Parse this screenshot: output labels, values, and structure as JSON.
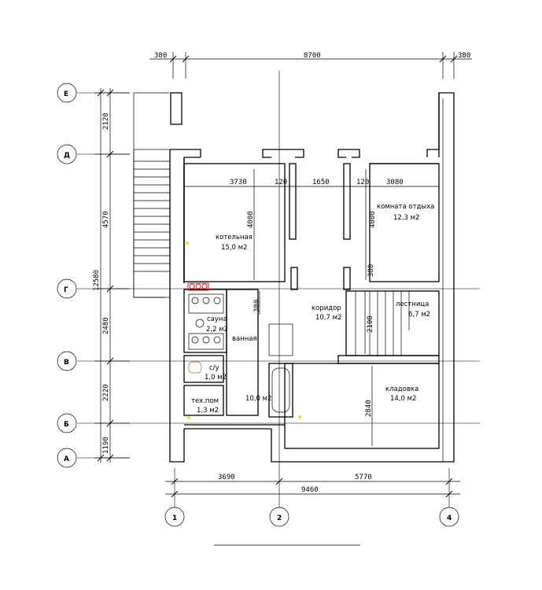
{
  "dimensions": {
    "top": [
      "380",
      "8700",
      "380"
    ],
    "left": [
      "2120",
      "4570",
      "12580",
      "2480",
      "2220",
      "1190"
    ],
    "bottom": [
      "3690",
      "5770",
      "9460"
    ],
    "rooms_top": [
      "3730",
      "120",
      "1650",
      "120",
      "3080"
    ],
    "inner": {
      "boiler_height": "4000",
      "rest_height": "4000",
      "rest_offset": "380",
      "corridor_offset": "380",
      "stair_width": "2100",
      "storage_height": "2840"
    }
  },
  "axes": {
    "rows": [
      "Е",
      "Д",
      "Г",
      "В",
      "Б",
      "А"
    ],
    "cols": [
      "1",
      "2",
      "4"
    ]
  },
  "rooms": {
    "boiler": {
      "name": "котельная",
      "area": "15,0 м2"
    },
    "rest": {
      "name": "комната отдыха",
      "area": "12,3 м2"
    },
    "corridor": {
      "name": "коридор",
      "area": "10,7 м2"
    },
    "stairs": {
      "name": "лестница",
      "area": "6,7 м2"
    },
    "sauna": {
      "name": "сауна",
      "area": "2,2 м2"
    },
    "bath": {
      "name": "ванная",
      "area": "10,0 м2"
    },
    "wc": {
      "name": "с/у",
      "area": "1,0 м2"
    },
    "tech": {
      "name": "тех.пом",
      "area": "1,3 м2"
    },
    "storage": {
      "name": "кладовка",
      "area": "14,0 м2"
    }
  },
  "colors": {
    "line": "#000000",
    "marker_red": "#e02020",
    "marker_yellow": "#f0e020",
    "fixture": "#d09060"
  }
}
